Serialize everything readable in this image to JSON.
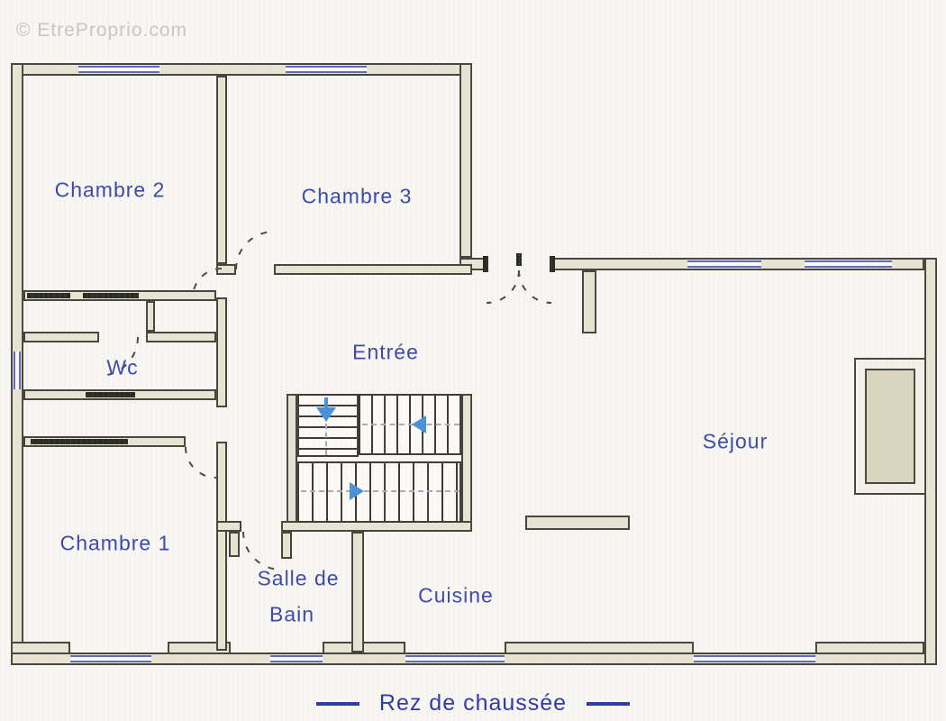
{
  "watermark": {
    "text": "© EtreProprio.com"
  },
  "caption": {
    "text": "Rez de chaussée"
  },
  "plan": {
    "type": "floor-plan",
    "floor": "Rez de chaussée",
    "rooms": {
      "chambre2": {
        "label": "Chambre 2"
      },
      "chambre3": {
        "label": "Chambre 3"
      },
      "entree": {
        "label": "Entrée"
      },
      "wc": {
        "label": "Wc"
      },
      "sejour": {
        "label": "Séjour"
      },
      "chambre1": {
        "label": "Chambre 1"
      },
      "salle_de_bain": {
        "label_line1": "Salle de",
        "label_line2": "Bain"
      },
      "cuisine": {
        "label": "Cuisine"
      }
    },
    "stairs": {
      "arrows": [
        "down",
        "left",
        "right"
      ]
    }
  },
  "colors": {
    "wall_fill": "#e7e4d4",
    "wall_line": "#45453c",
    "window_blue": "#5f69bd",
    "label_blue": "#3b49a8",
    "caption_blue": "#2d3ba2",
    "stair_arrow_blue": "#4a90d8",
    "watermark_gray": "#c9c6c0",
    "paper": "#f7f6f2"
  }
}
